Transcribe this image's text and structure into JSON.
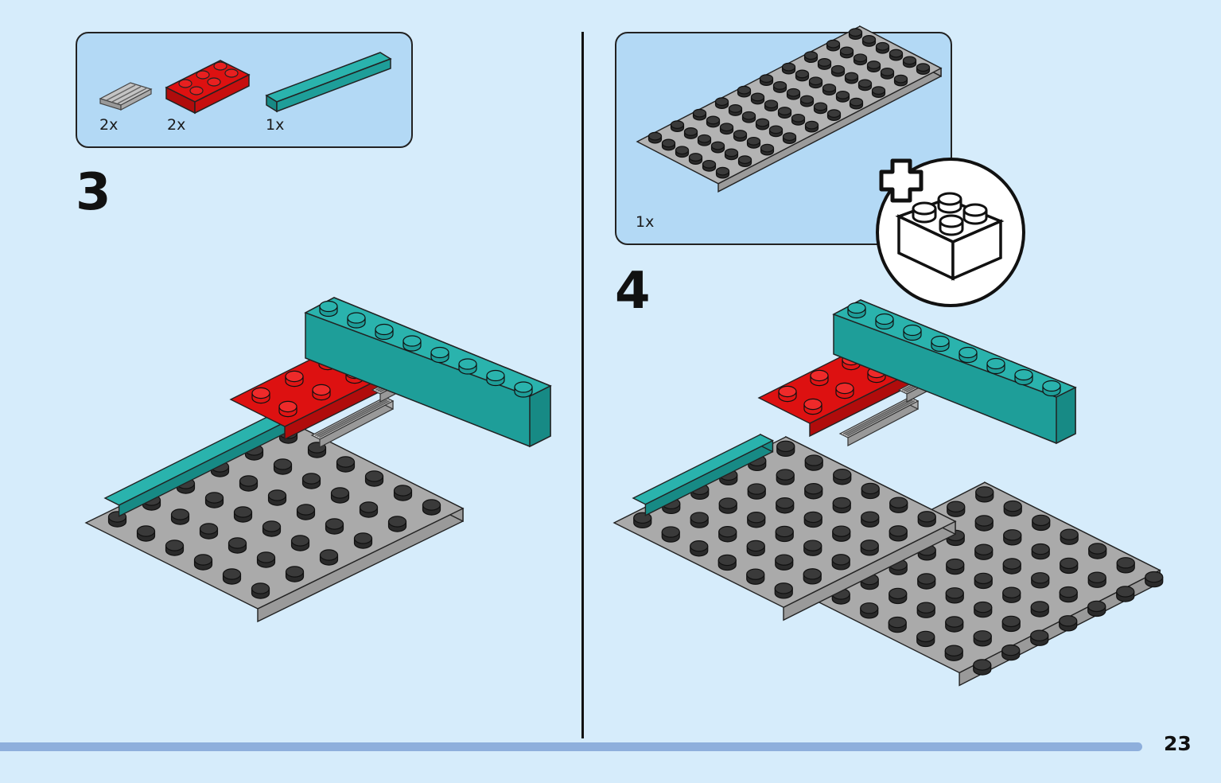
{
  "steps": [
    {
      "number": "3",
      "parts": [
        {
          "qty": "2x"
        },
        {
          "qty": "2x"
        },
        {
          "qty": "1x"
        }
      ]
    },
    {
      "number": "4",
      "parts": [
        {
          "qty": "1x"
        }
      ]
    }
  ],
  "page_number": "23",
  "colors": {
    "background": "#d6ecfb",
    "callout": "#b3d9f5",
    "gray": "#a6a6a6",
    "red": "#dd1111",
    "teal": "#1e9e99",
    "progress": "#8eafdc"
  }
}
